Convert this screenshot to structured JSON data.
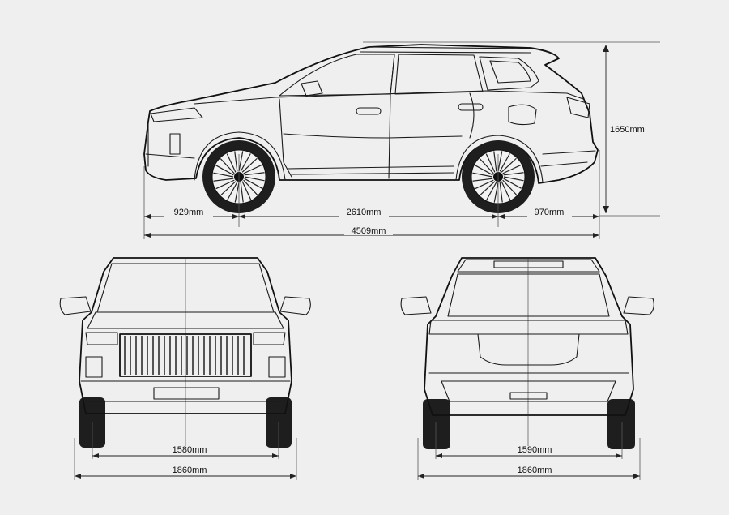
{
  "dimensions": {
    "front_overhang": "929mm",
    "wheelbase": "2610mm",
    "rear_overhang": "970mm",
    "overall_length": "4509mm",
    "height": "1650mm",
    "front_track": "1580mm",
    "front_width": "1860mm",
    "rear_track": "1590mm",
    "rear_width": "1860mm"
  },
  "colors": {
    "background": "#efefef",
    "line": "#1a1a1a"
  }
}
